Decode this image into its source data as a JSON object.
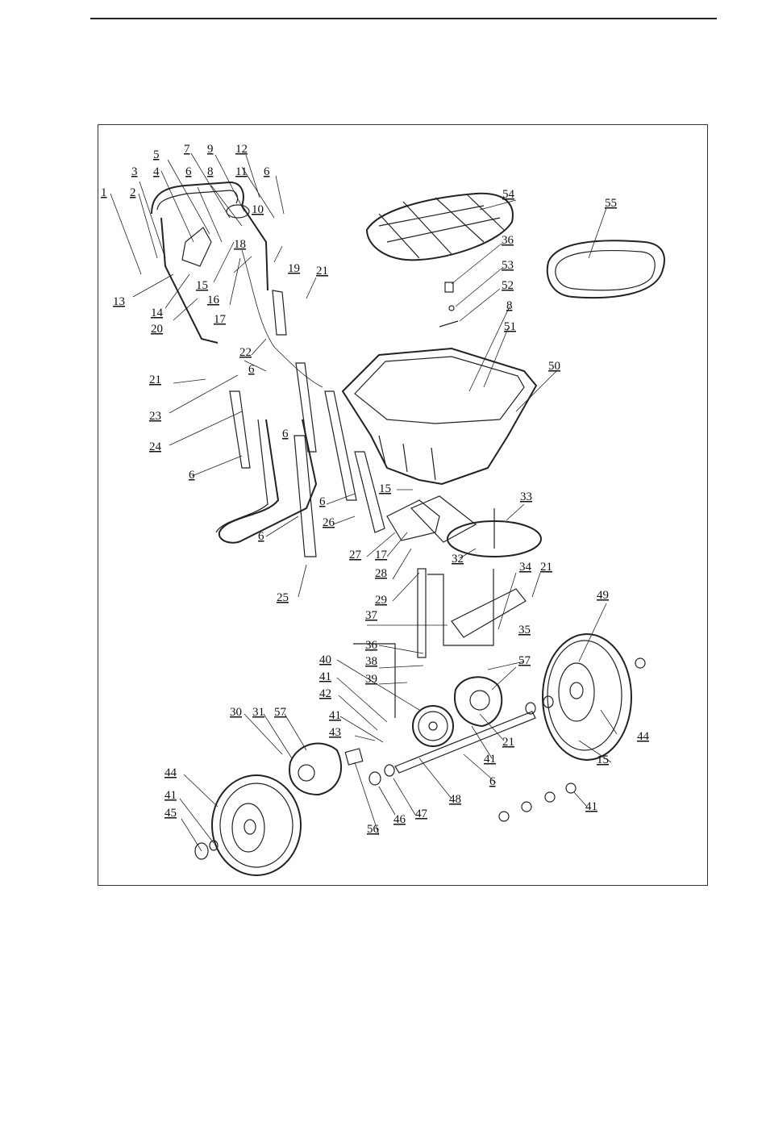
{
  "diagram": {
    "title": "",
    "callouts": [
      "1",
      "2",
      "3",
      "4",
      "5",
      "6",
      "7",
      "8",
      "9",
      "10",
      "11",
      "12",
      "13",
      "14",
      "15",
      "16",
      "17",
      "18",
      "19",
      "20",
      "21",
      "22",
      "23",
      "24",
      "25",
      "26",
      "27",
      "28",
      "29",
      "30",
      "31",
      "32",
      "33",
      "34",
      "35",
      "36",
      "37",
      "38",
      "39",
      "40",
      "41",
      "42",
      "43",
      "44",
      "45",
      "46",
      "47",
      "48",
      "49",
      "50",
      "51",
      "52",
      "53",
      "54",
      "55",
      "56",
      "57"
    ]
  },
  "labels": {
    "c1": "1",
    "c2": "2",
    "c3": "3",
    "c4": "4",
    "c5": "5",
    "c6a": "6",
    "c7": "7",
    "c8a": "8",
    "c9": "9",
    "c10": "10",
    "c11": "11",
    "c12": "12",
    "c6b": "6",
    "c13": "13",
    "c14": "14",
    "c15a": "15",
    "c16": "16",
    "c17a": "17",
    "c18": "18",
    "c19": "19",
    "c20": "20",
    "c21a": "21",
    "c22": "22",
    "c21b": "21",
    "c23": "23",
    "c6c": "6",
    "c24": "24",
    "c6d": "6",
    "c6e": "6",
    "c15b": "15",
    "c6f": "6",
    "c26": "26",
    "c27": "27",
    "c17b": "17",
    "c28": "28",
    "c25": "25",
    "c29": "29",
    "c37": "37",
    "c36a": "36",
    "c38": "38",
    "c39": "39",
    "c40": "40",
    "c41a": "41",
    "c42": "42",
    "c41b": "41",
    "c43": "43",
    "c30": "30",
    "c31": "31",
    "c57a": "57",
    "c44a": "44",
    "c41c": "41",
    "c45": "45",
    "c56": "56",
    "c46": "46",
    "c47": "47",
    "c48": "48",
    "c6g": "6",
    "c41d": "41",
    "c21c": "21",
    "c57b": "57",
    "c35": "35",
    "c44b": "44",
    "c15c": "15",
    "c49": "49",
    "c41e": "41",
    "c34": "34",
    "c21d": "21",
    "c33": "33",
    "c32": "32",
    "c50": "50",
    "c51": "51",
    "c8b": "8",
    "c52": "52",
    "c53": "53",
    "c36b": "36",
    "c54": "54",
    "c55": "55"
  }
}
